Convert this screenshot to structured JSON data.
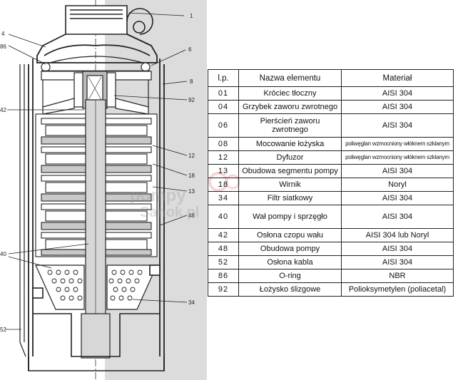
{
  "table": {
    "headers": [
      "l.p.",
      "Nazwa elementu",
      "Materiał"
    ],
    "rows": [
      {
        "num": "01",
        "name": "Króciec tłoczny",
        "material": "AISI 304"
      },
      {
        "num": "04",
        "name": "Grzybek zaworu zwrotnego",
        "material": "AISI 304"
      },
      {
        "num": "06",
        "name": "Pierścień zaworu zwrotnego",
        "material": "AISI 304"
      },
      {
        "num": "08",
        "name": "Mocowanie łożyska",
        "material": "poliwęglan wzmocniony włóknem szklanym"
      },
      {
        "num": "12",
        "name": "Dyfuzor",
        "material": "poliwęglan wzmocniony włóknem szklanym"
      },
      {
        "num": "13",
        "name": "Obudowa segmentu pompy",
        "material": "AISI 304"
      },
      {
        "num": "18",
        "name": "Wirnik",
        "material": "Noryl"
      },
      {
        "num": "34",
        "name": "Filtr siatkowy",
        "material": "AISI 304"
      },
      {
        "num": "40",
        "name": "Wał pompy i sprzęgło",
        "material": "AISI 304"
      },
      {
        "num": "42",
        "name": "Osłona czopu wału",
        "material": "AISI 304 lub Noryl"
      },
      {
        "num": "48",
        "name": "Obudowa pompy",
        "material": "AISI 304"
      },
      {
        "num": "52",
        "name": "Osłona kabla",
        "material": "AISI 304"
      },
      {
        "num": "86",
        "name": "O-ring",
        "material": "NBR"
      },
      {
        "num": "92",
        "name": "Łożysko ślizgowe",
        "material": "Polioksymetylen (poliacetal)"
      }
    ]
  },
  "drawing": {
    "callouts": {
      "c1": "1",
      "c4": "4",
      "c86": "86",
      "c6": "6",
      "c8": "8",
      "c92": "92",
      "c42": "42",
      "c12": "12",
      "c18": "18",
      "c13": "13",
      "c48": "48",
      "c40": "40",
      "c34": "34",
      "c52": "52"
    },
    "watermark": {
      "line1": "pompy",
      "line2": "Sanok.pl"
    }
  },
  "colors": {
    "watermark": "#e04848",
    "shaft": "#d7d7d7",
    "casing_shade": "#dcdcdc"
  }
}
